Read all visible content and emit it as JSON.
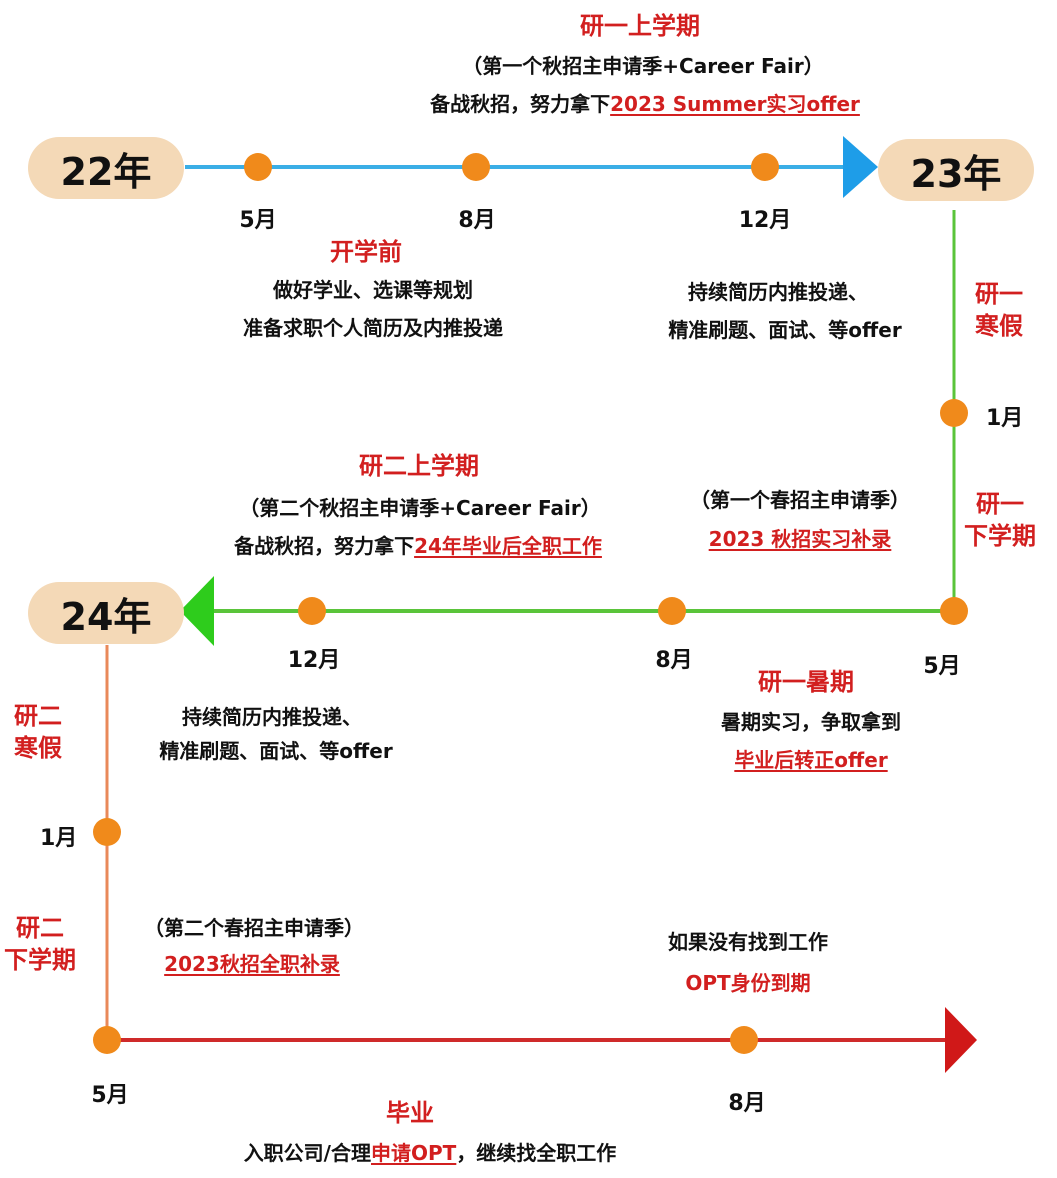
{
  "colors": {
    "row1_line": "#3aaee6",
    "row1_arrow": "#1e9de8",
    "row2_line": "#5ac43a",
    "row2_arrow": "#2ecc1c",
    "row3_line": "#cf2a2a",
    "row3_arrow": "#d01818",
    "vertical_right": "#5ac43a",
    "vertical_left": "#e9895a",
    "dot": "#f08a1b",
    "year_pill": "#f4d9b7",
    "accent_text": "#d21f1f"
  },
  "years": {
    "y22": "22年",
    "y23": "23年",
    "y24": "24年"
  },
  "months": {
    "r1_may": "5月",
    "r1_aug": "8月",
    "r1_dec": "12月",
    "v1_jan": "1月",
    "r2_may": "5月",
    "r2_aug": "8月",
    "r2_dec": "12月",
    "v2_jan": "1月",
    "r3_may": "5月",
    "r3_aug": "8月"
  },
  "sem1": {
    "title": "研一上学期",
    "line1": "（第一个秋招主申请季+Career Fair）",
    "line2_prefix": "备战秋招，努力拿下",
    "line2_link": "2023 Summer实习offer"
  },
  "pre": {
    "title": "开学前",
    "line1": "做好学业、选课等规划",
    "line2": "准备求职个人简历及内推投递"
  },
  "dec1": {
    "line1": "持续简历内推投递、",
    "line2": "精准刷题、面试、等offer"
  },
  "winter1": {
    "line1": "研一",
    "line2": "寒假"
  },
  "spring1_side": {
    "line1": "研一",
    "line2": "下学期"
  },
  "spring1": {
    "line1": "（第一个春招主申请季）",
    "line2_link": "2023 秋招实习补录"
  },
  "sem3": {
    "title": "研二上学期",
    "line1": "（第二个秋招主申请季+Career Fair）",
    "line2_prefix": "备战秋招，努力拿下",
    "line2_link": "24年毕业后全职工作"
  },
  "summer1": {
    "title": "研一暑期",
    "line1": "暑期实习，争取拿到",
    "line2_link": "毕业后转正offer"
  },
  "dec2": {
    "line1": "持续简历内推投递、",
    "line2": "精准刷题、面试、等offer"
  },
  "winter2": {
    "line1": "研二",
    "line2": "寒假"
  },
  "spring2_side": {
    "line1": "研二",
    "line2": "下学期"
  },
  "spring2": {
    "line1": "（第二个春招主申请季）",
    "line2_link": "2023秋招全职补录"
  },
  "opt": {
    "line1": "如果没有找到工作",
    "line2": "OPT身份到期"
  },
  "grad": {
    "title": "毕业",
    "line_prefix": "入职公司/合理",
    "line_link": "申请OPT",
    "line_suffix": "，继续找全职工作"
  }
}
